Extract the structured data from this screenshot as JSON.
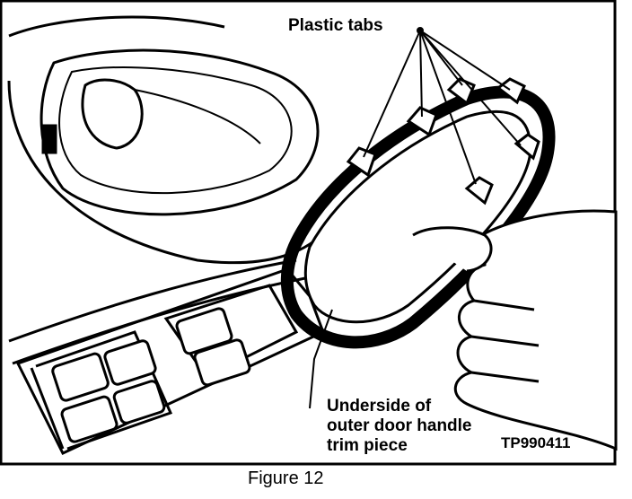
{
  "figure": {
    "callout_tabs": "Plastic tabs",
    "callout_underside": [
      "Underside of",
      "outer door handle",
      "trim piece"
    ],
    "figure_code": "TP990411",
    "caption": "Figure 12"
  }
}
